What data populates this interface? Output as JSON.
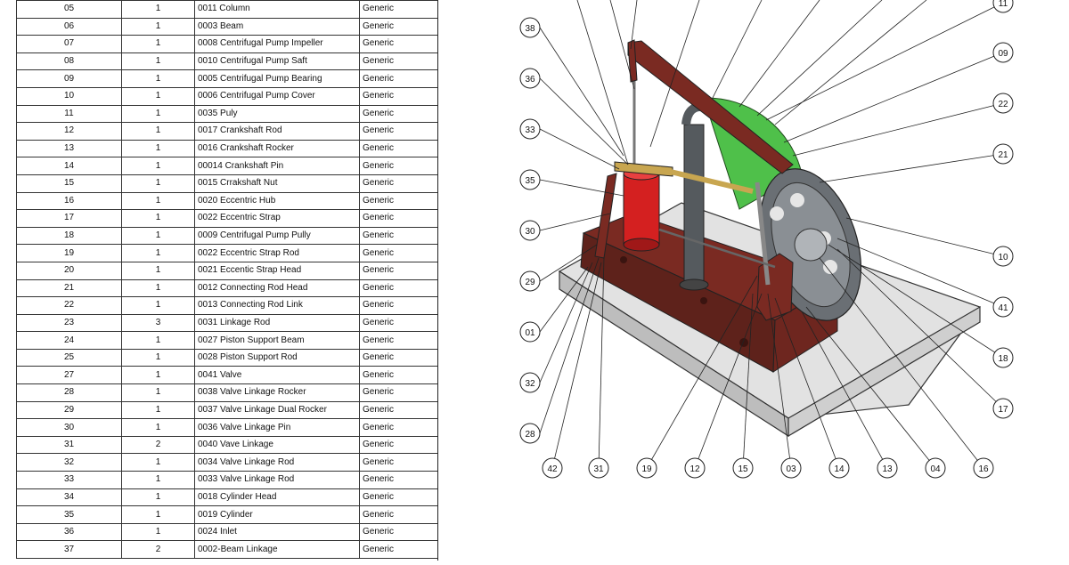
{
  "bom": {
    "rows": [
      {
        "item": "05",
        "qty": "1",
        "part": "0011 Column",
        "desc": "Generic"
      },
      {
        "item": "06",
        "qty": "1",
        "part": "0003 Beam",
        "desc": "Generic"
      },
      {
        "item": "07",
        "qty": "1",
        "part": "0008 Centrifugal Pump Impeller",
        "desc": "Generic"
      },
      {
        "item": "08",
        "qty": "1",
        "part": "0010 Centrifugal Pump Saft",
        "desc": "Generic"
      },
      {
        "item": "09",
        "qty": "1",
        "part": "0005 Centrifugal Pump Bearing",
        "desc": "Generic"
      },
      {
        "item": "10",
        "qty": "1",
        "part": "0006 Centrifugal Pump Cover",
        "desc": "Generic"
      },
      {
        "item": "11",
        "qty": "1",
        "part": "0035 Puly",
        "desc": "Generic"
      },
      {
        "item": "12",
        "qty": "1",
        "part": "0017 Crankshaft Rod",
        "desc": "Generic"
      },
      {
        "item": "13",
        "qty": "1",
        "part": "0016 Crankshaft Rocker",
        "desc": "Generic"
      },
      {
        "item": "14",
        "qty": "1",
        "part": "00014 Crankshaft Pin",
        "desc": "Generic"
      },
      {
        "item": "15",
        "qty": "1",
        "part": "0015 Crrakshaft Nut",
        "desc": "Generic"
      },
      {
        "item": "16",
        "qty": "1",
        "part": "0020 Eccentric Hub",
        "desc": "Generic"
      },
      {
        "item": "17",
        "qty": "1",
        "part": "0022 Eccentric Strap",
        "desc": "Generic"
      },
      {
        "item": "18",
        "qty": "1",
        "part": "0009 Centrifugal Pump Pully",
        "desc": "Generic"
      },
      {
        "item": "19",
        "qty": "1",
        "part": "0022 Eccentric Strap Rod",
        "desc": "Generic"
      },
      {
        "item": "20",
        "qty": "1",
        "part": "0021 Eccentic Strap Head",
        "desc": "Generic"
      },
      {
        "item": "21",
        "qty": "1",
        "part": "0012 Connecting Rod Head",
        "desc": "Generic"
      },
      {
        "item": "22",
        "qty": "1",
        "part": "0013 Connecting Rod Link",
        "desc": "Generic"
      },
      {
        "item": "23",
        "qty": "3",
        "part": "0031 Linkage Rod",
        "desc": "Generic"
      },
      {
        "item": "24",
        "qty": "1",
        "part": "0027 Piston Support Beam",
        "desc": "Generic"
      },
      {
        "item": "25",
        "qty": "1",
        "part": "0028 Piston Support Rod",
        "desc": "Generic"
      },
      {
        "item": "27",
        "qty": "1",
        "part": "0041 Valve",
        "desc": "Generic"
      },
      {
        "item": "28",
        "qty": "1",
        "part": "0038 Valve Linkage Rocker",
        "desc": "Generic"
      },
      {
        "item": "29",
        "qty": "1",
        "part": "0037 Valve Linkage Dual Rocker",
        "desc": "Generic"
      },
      {
        "item": "30",
        "qty": "1",
        "part": "0036 Valve Linkage Pin",
        "desc": "Generic"
      },
      {
        "item": "31",
        "qty": "2",
        "part": "0040 Vave Linkage",
        "desc": "Generic"
      },
      {
        "item": "32",
        "qty": "1",
        "part": "0034 Valve Linkage Rod",
        "desc": "Generic"
      },
      {
        "item": "33",
        "qty": "1",
        "part": "0033 Valve Linkage Rod",
        "desc": "Generic"
      },
      {
        "item": "34",
        "qty": "1",
        "part": "0018 Cylinder Head",
        "desc": "Generic"
      },
      {
        "item": "35",
        "qty": "1",
        "part": "0019 Cylinder",
        "desc": "Generic"
      },
      {
        "item": "36",
        "qty": "1",
        "part": "0024 Inlet",
        "desc": "Generic"
      },
      {
        "item": "37",
        "qty": "2",
        "part": "0002-Beam Linkage",
        "desc": "Generic"
      }
    ]
  },
  "callouts": {
    "c38": "38",
    "c36": "36",
    "c33": "33",
    "c35": "35",
    "c30": "30",
    "c29": "29",
    "c01": "01",
    "c32": "32",
    "c28": "28",
    "c42": "42",
    "c31": "31",
    "c19": "19",
    "c12": "12",
    "c15": "15",
    "c03": "03",
    "c14": "14",
    "c13": "13",
    "c04": "04",
    "c16": "16",
    "c17": "17",
    "c18": "18",
    "c41": "41",
    "c10": "10",
    "c21": "21",
    "c22": "22",
    "c09": "09",
    "c11": "11"
  },
  "colors": {
    "frame": "#7a2a22",
    "frame_dark": "#55201a",
    "cylinder": "#d42020",
    "pump_cover": "#4fc04a",
    "column": "#555a5e",
    "base_plate": "#dcdcdc",
    "flywheel": "#6a6f74",
    "brass": "#c8a650"
  }
}
